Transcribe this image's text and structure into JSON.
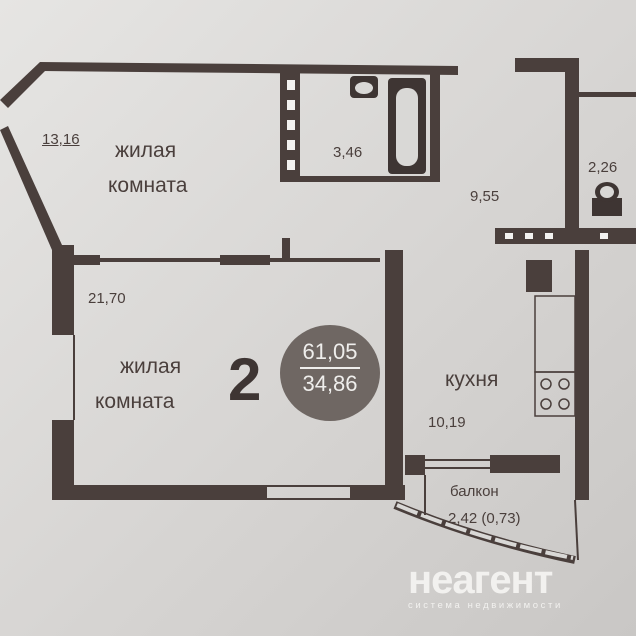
{
  "rooms": {
    "living1": {
      "area": "13,16",
      "name_line1": "жилая",
      "name_line2": "комната"
    },
    "bathroom": {
      "area": "3,46"
    },
    "hall": {
      "area": "9,55"
    },
    "toilet": {
      "area": "2,26"
    },
    "living2": {
      "area": "21,70",
      "name_line1": "жилая",
      "name_line2": "комната"
    },
    "kitchen": {
      "name": "кухня",
      "area": "10,19"
    },
    "balcony": {
      "name": "балкон",
      "area": "2,42 (0,73)"
    }
  },
  "summary": {
    "rooms_count": "2",
    "total_area": "61,05",
    "living_area": "34,86"
  },
  "watermark": {
    "brand": "неагент",
    "tagline": "система недвижимости"
  },
  "colors": {
    "wall": "#4a3f3c",
    "badge": "#6f6763"
  }
}
